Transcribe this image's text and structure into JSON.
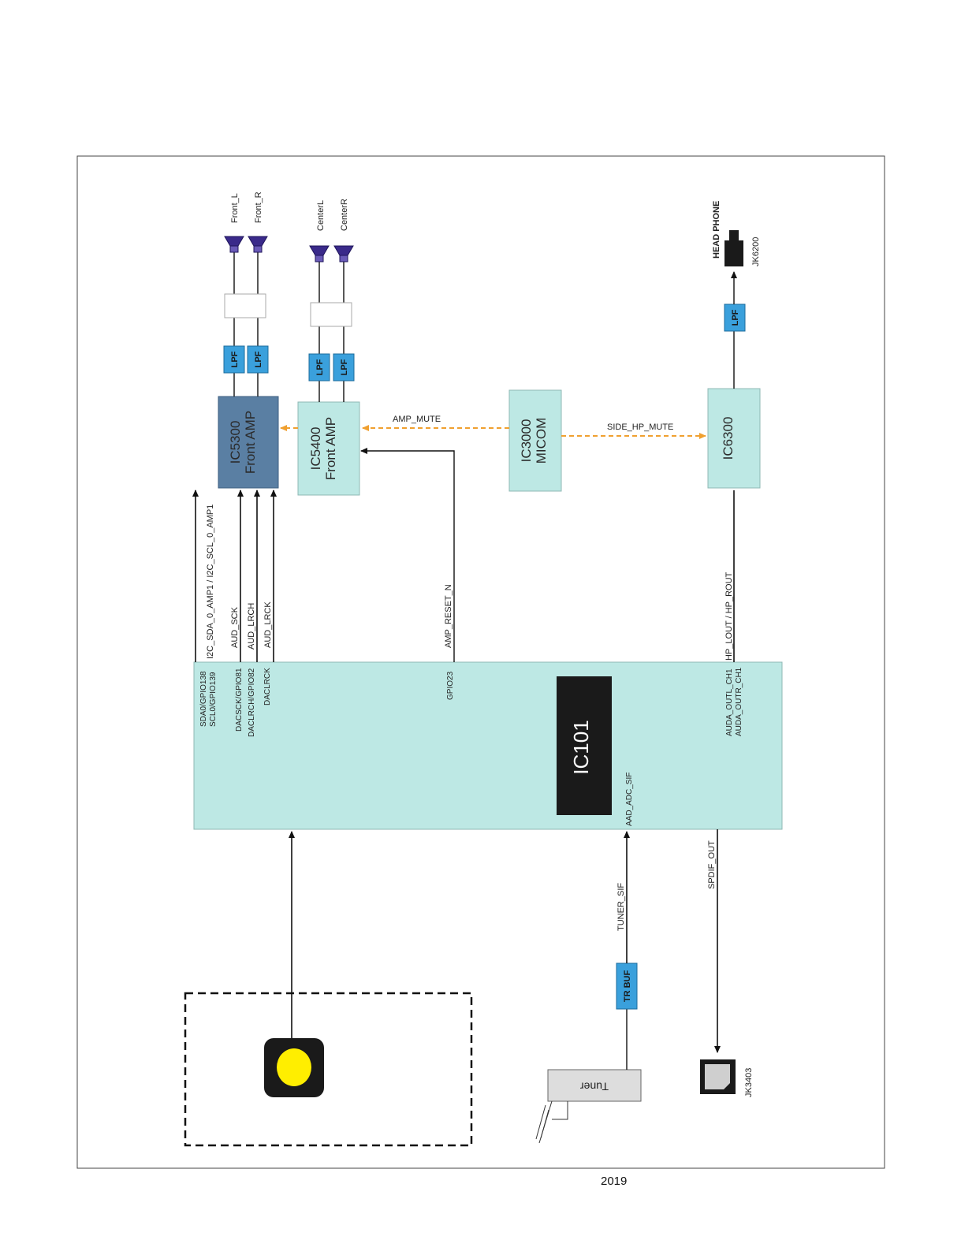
{
  "page_number": "2019",
  "blocks": {
    "ic101": "IC101",
    "ic5300": [
      "IC5300",
      "Front AMP"
    ],
    "ic5400": [
      "IC5400",
      "Front AMP"
    ],
    "ic3000": [
      "IC3000",
      "MICOM"
    ],
    "ic6300": "IC6300",
    "tuner": "Tuner",
    "trbuf": "TR BUF"
  },
  "filters": {
    "lpf": "LPF"
  },
  "speakers": {
    "front_l": "Front_L",
    "front_r": "Front_R",
    "center_l": "CenterL",
    "center_r": "CenterR"
  },
  "connectors": {
    "headphone_label": "HEAD PHONE",
    "headphone_jack": "JK6200",
    "spdif_jack": "JK3403"
  },
  "signals": {
    "i2c": "I2C_SDA_0_AMP1 / I2C_SCL_0_AMP1",
    "aud_sck": "AUD_SCK",
    "aud_lrch": "AUD_LRCH",
    "aud_lrck": "AUD_LRCK",
    "amp_reset": "AMP_RESET_N",
    "amp_mute": "AMP_MUTE",
    "side_hp_mute": "SIDE_HP_MUTE",
    "hp_out": "HP_LOUT / HP_ROUT",
    "aad_adc_sif": "AAD_ADC_SIF",
    "tuner_sif": "TUNER_SIF",
    "spdif_out": "SPDIF_OUT"
  },
  "pins": {
    "sda": "SDA0/GPIO138",
    "scl": "SCL0/GPIO139",
    "dacsck": "DACSCK/GPIO81",
    "daclrch": "DACLRCH/GPIO82",
    "daclrck": "DACLRCK",
    "gpio23": "GPIO23",
    "auda_l": "AUDA_OUTL_CH1",
    "auda_r": "AUDA_OUTR_CH1"
  },
  "colors": {
    "chip_fill": "#bde8e4",
    "amp_dark": "#5a7fa3",
    "lpf_fill": "#3aa0dc",
    "mute_line": "#f0a030",
    "ic101_label_bg": "#1a1a1a",
    "indicator": "#ffee00"
  }
}
